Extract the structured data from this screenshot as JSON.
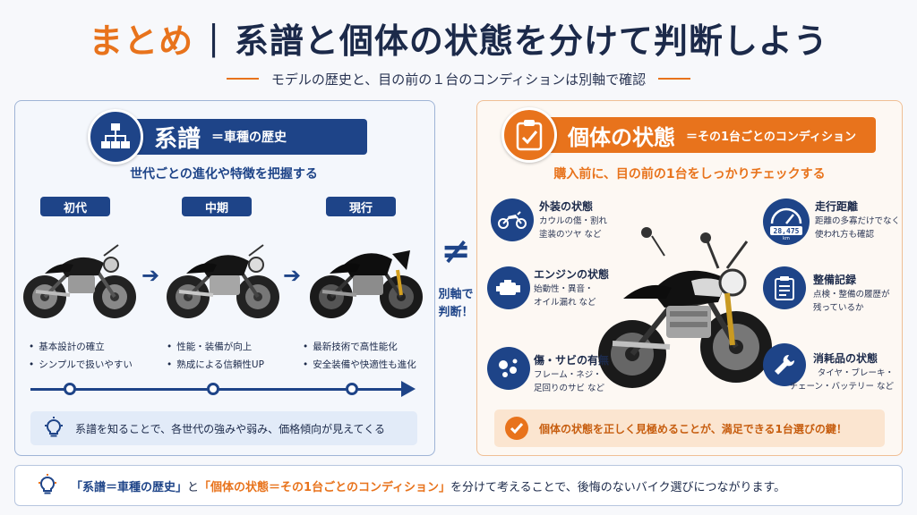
{
  "header": {
    "accent": "まとめ",
    "separator": "|",
    "title": "系譜と個体の状態を分けて判断しよう",
    "subtitle": "モデルの歴史と、目の前の１台のコンディションは別軸で確認"
  },
  "left": {
    "badge_big": "系譜",
    "badge_small": "＝車種の歴史",
    "subtitle": "世代ごとの進化や特徴を把握する",
    "generations": [
      {
        "label": "初代",
        "points": [
          "基本設計の確立",
          "シンプルで扱いやすい"
        ]
      },
      {
        "label": "中期",
        "points": [
          "性能・装備が向上",
          "熟成による信頼性UP"
        ]
      },
      {
        "label": "現行",
        "points": [
          "最新技術で高性能化",
          "安全装備や快適性も進化"
        ]
      }
    ],
    "note": "系譜を知ることで、各世代の強みや弱み、価格傾向が見えてくる"
  },
  "middle": {
    "symbol": "≠",
    "line1": "別軸で",
    "line2": "判断！"
  },
  "right": {
    "badge_big": "個体の状態",
    "badge_small": "＝その1台ごとのコンディション",
    "subtitle": "購入前に、目の前の1台をしっかりチェックする",
    "features": {
      "exterior": {
        "title": "外装の状態",
        "desc": [
          "カウルの傷・割れ",
          "塗装のツヤ など"
        ]
      },
      "engine": {
        "title": "エンジンの状態",
        "desc": [
          "始動性・異音・",
          "オイル漏れ など"
        ]
      },
      "rust": {
        "title": "傷・サビの有無",
        "desc": [
          "フレーム・ネジ・",
          "足回りのサビ など"
        ]
      },
      "mileage": {
        "title": "走行距離",
        "desc": [
          "距離の多寡だけでなく",
          "使われ方も確認"
        ],
        "odometer": "28,475",
        "odometer_unit": "km"
      },
      "maintenance": {
        "title": "整備記録",
        "desc": [
          "点検・整備の履歴が",
          "残っているか"
        ]
      },
      "consumables": {
        "title": "消耗品の状態",
        "desc": [
          "タイヤ・ブレーキ・",
          "チェーン・バッテリー など"
        ]
      }
    },
    "note": "個体の状態を正しく見極めることが、満足できる1台選びの鍵！"
  },
  "footer": {
    "q1": "「系譜＝車種の歴史」",
    "mid": "と",
    "q2": "「個体の状態＝その1台ごとのコンディション」",
    "tail": "を分けて考えることで、後悔のないバイク選びにつながります。"
  },
  "colors": {
    "navy": "#1e4488",
    "orange": "#e8731c"
  }
}
